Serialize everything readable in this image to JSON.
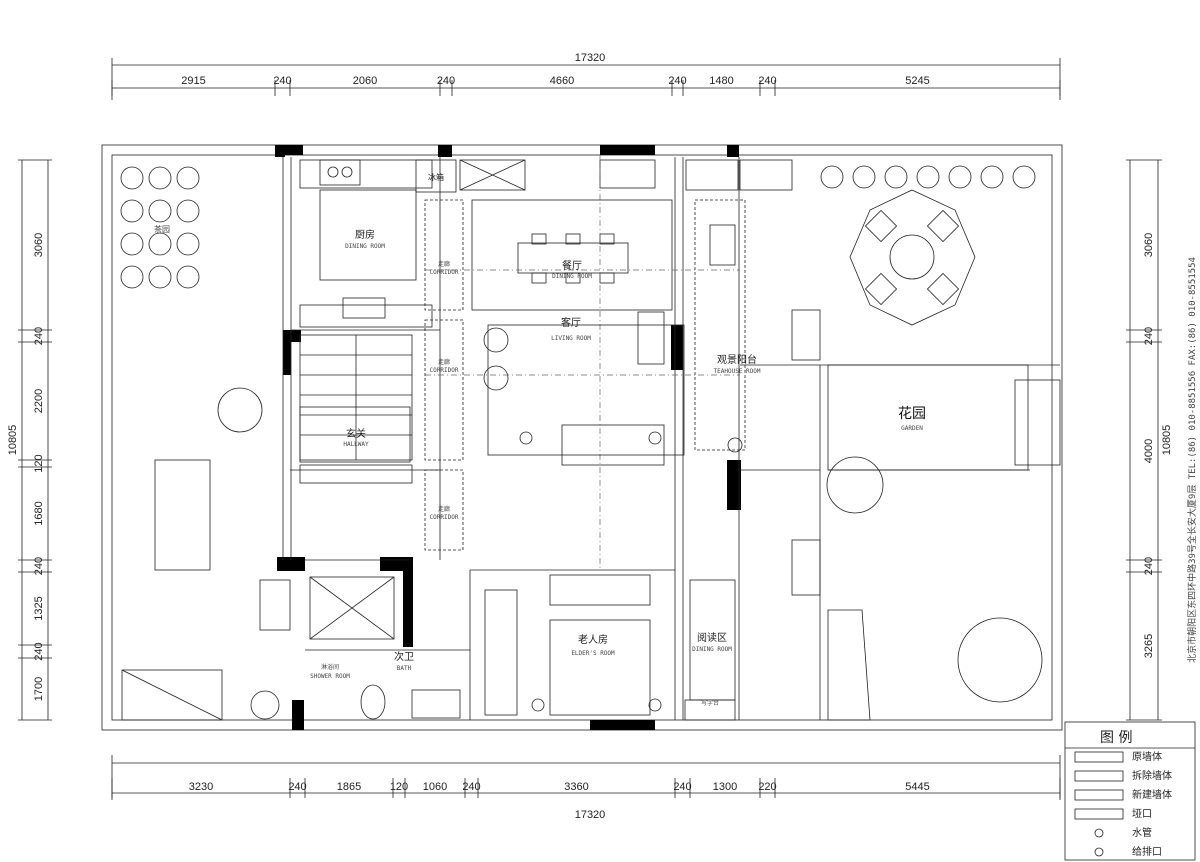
{
  "dimensions": {
    "top_total": "17320",
    "top_segments": [
      "2915",
      "240",
      "2060",
      "240",
      "4660",
      "240",
      "1480",
      "240",
      "5245"
    ],
    "bottom_total": "17320",
    "bottom_segments": [
      "3230",
      "240",
      "1865",
      "120",
      "1060",
      "240",
      "3360",
      "240",
      "1300",
      "220",
      "5445"
    ],
    "left_total": "10805",
    "left_segments": [
      "3060",
      "240",
      "2200",
      "120",
      "1680",
      "240",
      "1325",
      "240",
      "1700"
    ],
    "right_total": "10805",
    "right_segments": [
      "3060",
      "240",
      "4000",
      "240",
      "3265"
    ]
  },
  "rooms": {
    "kitchen": {
      "cn": "厨房",
      "en": "DINING ROOM"
    },
    "dining": {
      "cn": "餐厅",
      "en": "DINING ROOM"
    },
    "living": {
      "cn": "客厅",
      "en": "LIVING ROOM"
    },
    "entry": {
      "cn": "玄关",
      "en": "HALLWAY"
    },
    "bath": {
      "cn": "次卫",
      "en": "BATH"
    },
    "shower": {
      "cn": "淋浴间",
      "en": "SHOWER ROOM"
    },
    "elder": {
      "cn": "老人房",
      "en": "ELDER'S ROOM"
    },
    "reading": {
      "cn": "阅读区",
      "en": "DINING ROOM"
    },
    "tea_room": {
      "cn": "观景阳台",
      "en": "TEAHOUSE ROOM"
    },
    "garden": {
      "cn": "花园",
      "en": "GARDEN"
    },
    "fridge": "冰箱",
    "corridor1": {
      "cn": "走廊",
      "en": "CORRIDOR"
    },
    "corridor2": {
      "cn": "走廊",
      "en": "CORRIDOR"
    },
    "corridor3": {
      "cn": "走廊",
      "en": "CORRIDOR"
    },
    "tea_area": "茶园",
    "washer": "写字台"
  },
  "legend": {
    "title": "图  例",
    "items": [
      "原墙体",
      "拆除墙体",
      "新建墙体",
      "垭口",
      "水管",
      "给排口"
    ]
  },
  "side_text": "北京市朝阳区东四环中路39号全长安大厦9层   TEL:(86) 010-8851556    FAX:(86) 010-8551554"
}
